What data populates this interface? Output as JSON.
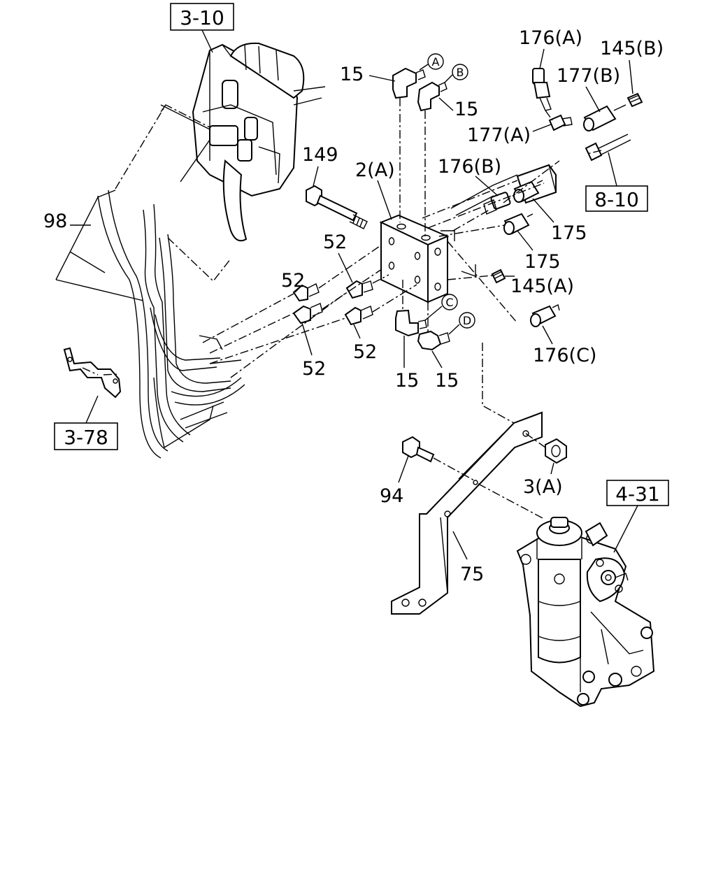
{
  "references": {
    "r_3_10": "3-10",
    "r_3_78": "3-78",
    "r_8_10": "8-10",
    "r_4_31": "4-31"
  },
  "callouts": {
    "c15_a": "15",
    "c15_b": "15",
    "c15_c": "15",
    "c15_d": "15",
    "c149": "149",
    "c2a": "2(A)",
    "c98": "98",
    "c52_a": "52",
    "c52_b": "52",
    "c52_c": "52",
    "c52_d": "52",
    "c176a": "176(A)",
    "c176b": "176(B)",
    "c176c": "176(C)",
    "c177a": "177(A)",
    "c177b": "177(B)",
    "c145a": "145(A)",
    "c145b": "145(B)",
    "c175_a": "175",
    "c175_b": "175",
    "c94": "94",
    "c3a": "3(A)",
    "c75": "75"
  },
  "markers": {
    "A": "A",
    "B": "B",
    "C": "C",
    "D": "D"
  }
}
